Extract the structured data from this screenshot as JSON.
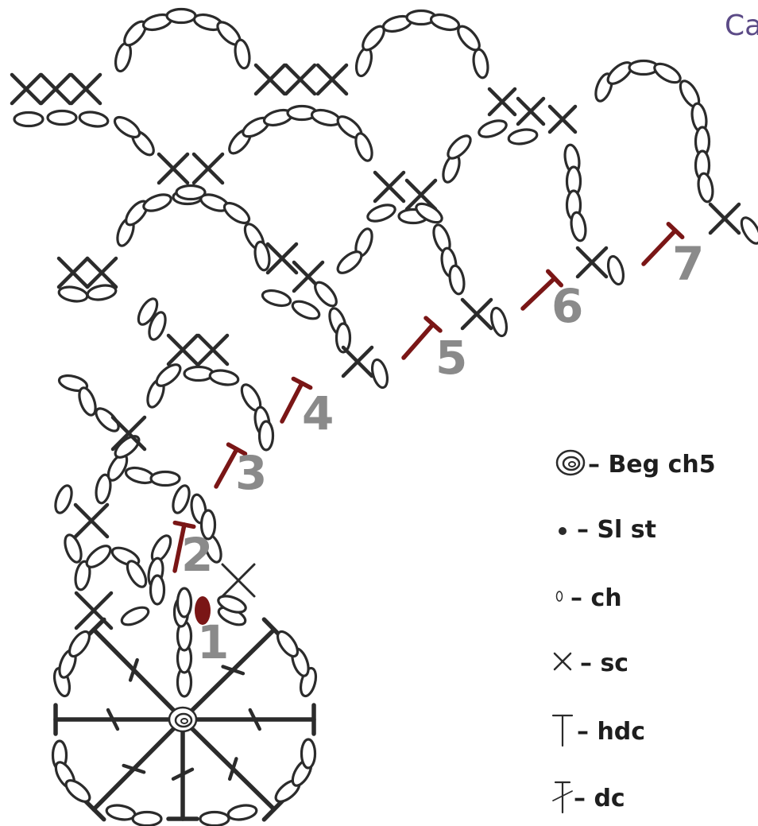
{
  "title": "Ca",
  "row_numbers": [
    "1",
    "2",
    "3",
    "4",
    "5",
    "6",
    "7"
  ],
  "legend": [
    {
      "icon": "beg-ch5-icon",
      "label": "– Beg ch5"
    },
    {
      "icon": "sl-st-icon",
      "label": "– Sl st"
    },
    {
      "icon": "ch-icon",
      "label": "– ch"
    },
    {
      "icon": "sc-icon",
      "label": "– sc"
    },
    {
      "icon": "hdc-icon",
      "label": "– hdc"
    },
    {
      "icon": "dc-icon",
      "label": "– dc"
    }
  ],
  "colors": {
    "stitch": "#2b2b2b",
    "accent": "#7a1616",
    "row_number": "#8a8a8a",
    "title": "#5b4a86"
  }
}
